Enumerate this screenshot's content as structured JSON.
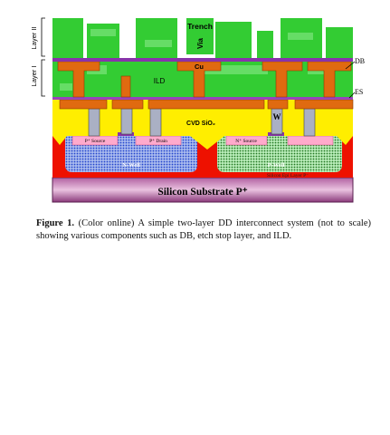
{
  "figure": {
    "labels": {
      "trench": "Trench",
      "via": "Via",
      "layer_ii": "Layer II",
      "layer_i": "Layer I",
      "cu": "Cu",
      "db": "DB",
      "ild": "ILD",
      "es": "ES",
      "cvd": "CVD SiO₂",
      "w": "W",
      "p_source": "P⁺ Source",
      "p_drain": "P⁺ Drain",
      "n_source": "N⁺ Source",
      "n_well": "N-Well",
      "p_well": "P-Well",
      "epi": "Silicon Epi Layer P⁻",
      "substrate": "Silicon Substrate P⁺"
    },
    "colors": {
      "green": "#33cc33",
      "green_light": "#66dd66",
      "copper": "#e06a10",
      "db_purple": "#8833aa",
      "yellow": "#ffee00",
      "red": "#ee0000",
      "blue_dots": "#3355dd",
      "green_dots": "#339933",
      "substrate": "#8a3a7a"
    }
  },
  "caption": {
    "label": "Figure 1.",
    "text": " (Color online) A simple two-layer DD interconnect system (not to scale) showing various components such as DB, etch stop layer, and ILD."
  }
}
